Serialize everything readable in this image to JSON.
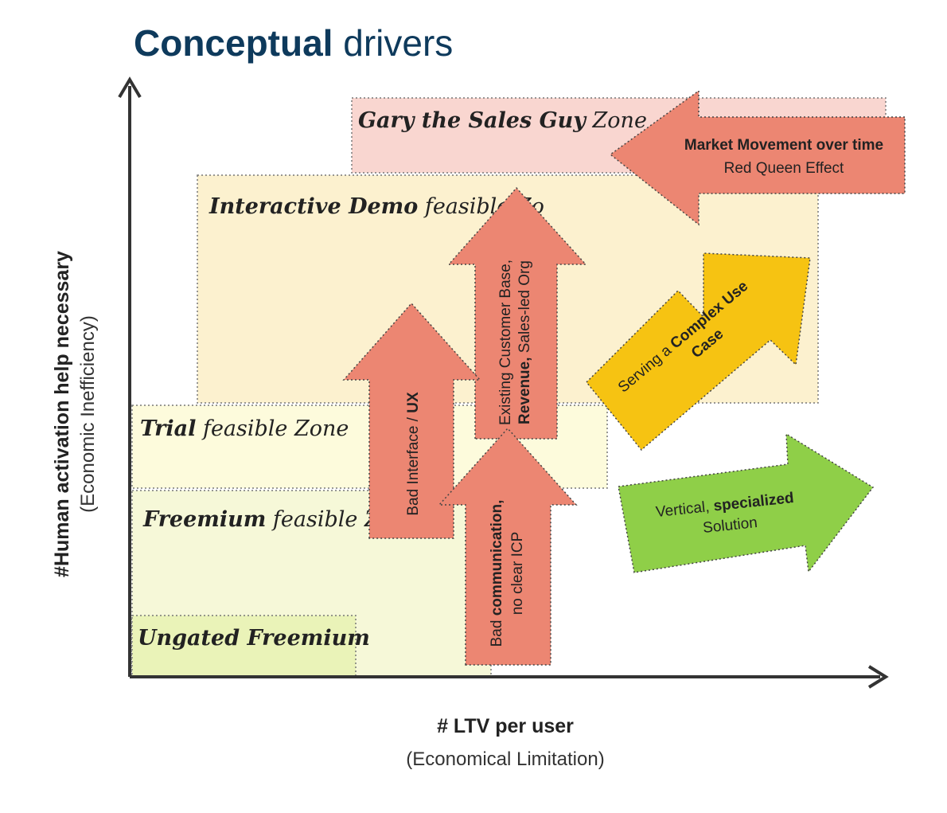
{
  "title": {
    "bold": "Conceptual",
    "rest": " drivers"
  },
  "axes": {
    "y_label": "#Human activation help necessary",
    "y_sublabel": "(Economic Inefficiency)",
    "x_label": "# LTV per user",
    "x_sublabel": "(Economical Limitation)"
  },
  "zones": {
    "gary": {
      "bold": "Gary the Sales Guy",
      "rest": " Zone"
    },
    "demo": {
      "bold": "Interactive Demo",
      "rest": " feasible Zo"
    },
    "trial": {
      "bold": "Trial",
      "rest": " feasible Zone"
    },
    "freemium": {
      "bold": "Freemium",
      "rest": " feasible Zon"
    },
    "ungated": {
      "bold": "Ungated Freemium",
      "rest": ""
    }
  },
  "arrows": {
    "market": {
      "bold": "Market Movement over time",
      "line2": "Red Queen Effect"
    },
    "customer_base": {
      "line1": "Existing Customer Base,",
      "bold": "Revenue,",
      "rest": " Sales-led Org"
    },
    "bad_interface": {
      "pre": "Bad Interface / ",
      "bold": "UX"
    },
    "bad_comm": {
      "pre": "Bad ",
      "bold": "communication,",
      "line2": "no clear ICP"
    },
    "complex": {
      "pre": "Serving a ",
      "bold": "Complex Use",
      "line2": "Case"
    },
    "vertical": {
      "pre": "Vertical, ",
      "bold": "specialized",
      "line2": "Solution"
    }
  },
  "colors": {
    "title": "#0e3a5c",
    "axis": "#333333",
    "gary_zone": "#f9d6d0",
    "demo_zone": "#fcf1cf",
    "trial_zone": "#fdfbdc",
    "freemium_zone": "#f6f8d8",
    "ungated_zone": "#eaf3b8",
    "red_arrow": "#ec8672",
    "yellow_arrow": "#f6c312",
    "green_arrow": "#8fcf48"
  }
}
